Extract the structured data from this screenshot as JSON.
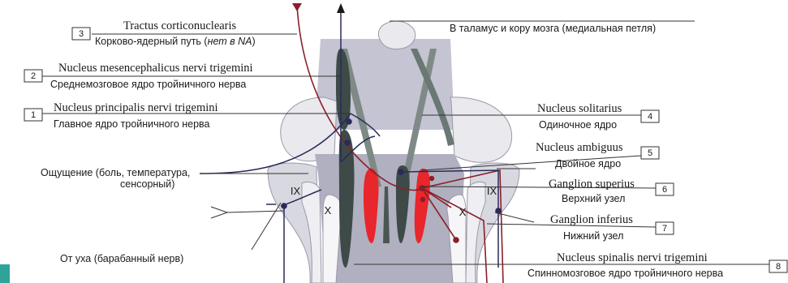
{
  "labels": {
    "l3_latin": "Tractus corticonuclearis",
    "l3_ru_a": "Корково-ядерный путь (",
    "l3_ru_b": "нет в NA",
    "l3_ru_c": ")",
    "l3_num": "3",
    "l2_latin": "Nucleus mesencephalicus nervi trigemini",
    "l2_ru": "Среднемозговое ядро тройничного нерва",
    "l2_num": "2",
    "l1_latin": "Nucleus principalis nervi trigemini",
    "l1_ru": "Главное ядро тройничного нерва",
    "l1_num": "1",
    "sens_1": "Ощущение (боль, температура,",
    "sens_2": "сенсорный)",
    "ear": "От уха (барабанный нерв)",
    "thal": "В таламус и кору мозга (медиальная петля)",
    "l4_latin": "Nucleus solitarius",
    "l4_ru": "Одиночное ядро",
    "l4_num": "4",
    "l5_latin": "Nucleus ambiguus",
    "l5_ru": "Двойное ядро",
    "l5_num": "5",
    "l6_latin": "Ganglion superius",
    "l6_ru": "Верхний узел",
    "l6_num": "6",
    "l7_latin": "Ganglion inferius",
    "l7_ru": "Нижний узел",
    "l7_num": "7",
    "l8_latin": "Nucleus spinalis nervi trigemini",
    "l8_ru": "Спинномозговое ядро тройничного нерва",
    "l8_num": "8",
    "ix_left": "IX",
    "ix_right": "IX",
    "x_left": "X",
    "x_right": "X"
  },
  "colors": {
    "gray_tissue": "#b8b8c6",
    "white_tissue": "#e9e9ee",
    "dark_nucleus": "#3d4a47",
    "red_nucleus": "#e8262b",
    "motor_path": "#8a1f2a",
    "sensory_path": "#2a2a5a",
    "corner": "#2ea39a"
  }
}
